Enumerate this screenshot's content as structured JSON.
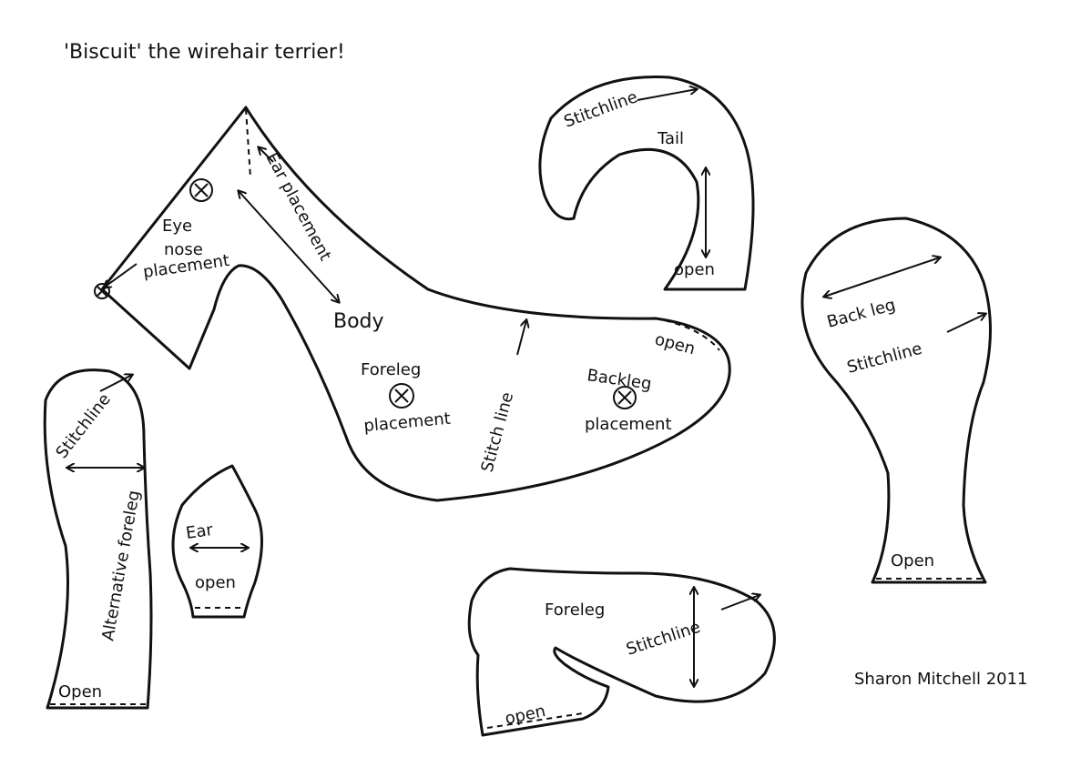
{
  "title": "'Biscuit' the wirehair terrier!",
  "signature": "Sharon Mitchell 2011",
  "body": {
    "name": "Body",
    "eye_nose": [
      "Eye",
      "nose",
      "placement"
    ],
    "ear_placement": "Ear placement",
    "foreleg_placement": [
      "Foreleg",
      "placement"
    ],
    "backleg_placement": [
      "Backleg",
      "placement"
    ],
    "stitch_line": "Stitch line",
    "open": "open"
  },
  "tail": {
    "name": "Tail",
    "stitchline": "Stitchline",
    "open": "open"
  },
  "back_leg": {
    "name": "Back leg",
    "stitchline": "Stitchline",
    "open": "Open"
  },
  "alt_foreleg": {
    "name": "Alternative foreleg",
    "stitchline": "Stitchline",
    "open": "Open"
  },
  "ear": {
    "name": "Ear",
    "open": "open"
  },
  "foreleg": {
    "name": "Foreleg",
    "stitchline": "Stitchline",
    "open": "open"
  }
}
